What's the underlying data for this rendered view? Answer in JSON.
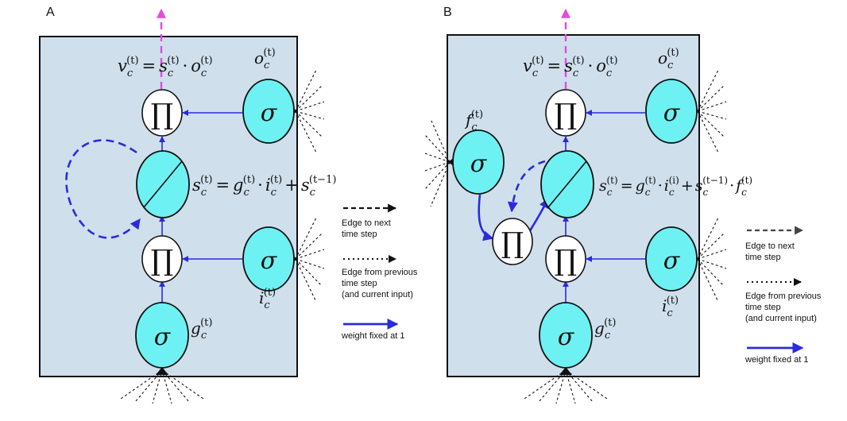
{
  "panels": {
    "a": {
      "label": "A"
    },
    "b": {
      "label": "B"
    }
  },
  "symbols": {
    "sigma": "σ",
    "product": "∏"
  },
  "equations": {
    "a_output": {
      "v": "v",
      "eq": "=",
      "s": "s",
      "dot": "·",
      "o": "o",
      "sub": "c",
      "sup": "(t)"
    },
    "a_state": {
      "s": "s",
      "eq": "=",
      "g": "g",
      "dot": "·",
      "i": "i",
      "plus": "+",
      "sub": "c",
      "sup": "(t)",
      "prev": "(t−1)"
    },
    "b_output": {
      "v": "v",
      "eq": "=",
      "s": "s",
      "dot": "·",
      "o": "o",
      "sub": "c",
      "sup": "(t)"
    },
    "b_state": {
      "s": "s",
      "eq": "=",
      "g": "g",
      "dot": "·",
      "i": "i",
      "plus": "+",
      "f": "f",
      "sub": "c",
      "sup": "(t)",
      "supi": "(i)",
      "prev": "(t−1)"
    }
  },
  "gate_labels": {
    "o": "o",
    "i": "i",
    "g": "g",
    "f": "f",
    "sub": "c",
    "sup": "(t)"
  },
  "legend": {
    "next_step": [
      "Edge to next",
      "time step"
    ],
    "prev_step": [
      "Edge from previous",
      "time step",
      "(and current input)"
    ],
    "fixed_weight": "weight fixed at 1"
  },
  "colors": {
    "panel_fill": "#cfdfec",
    "node_fill": "#6ef1f2",
    "blue_edge": "#2b2bdd",
    "magenta": "#e04ce0"
  }
}
